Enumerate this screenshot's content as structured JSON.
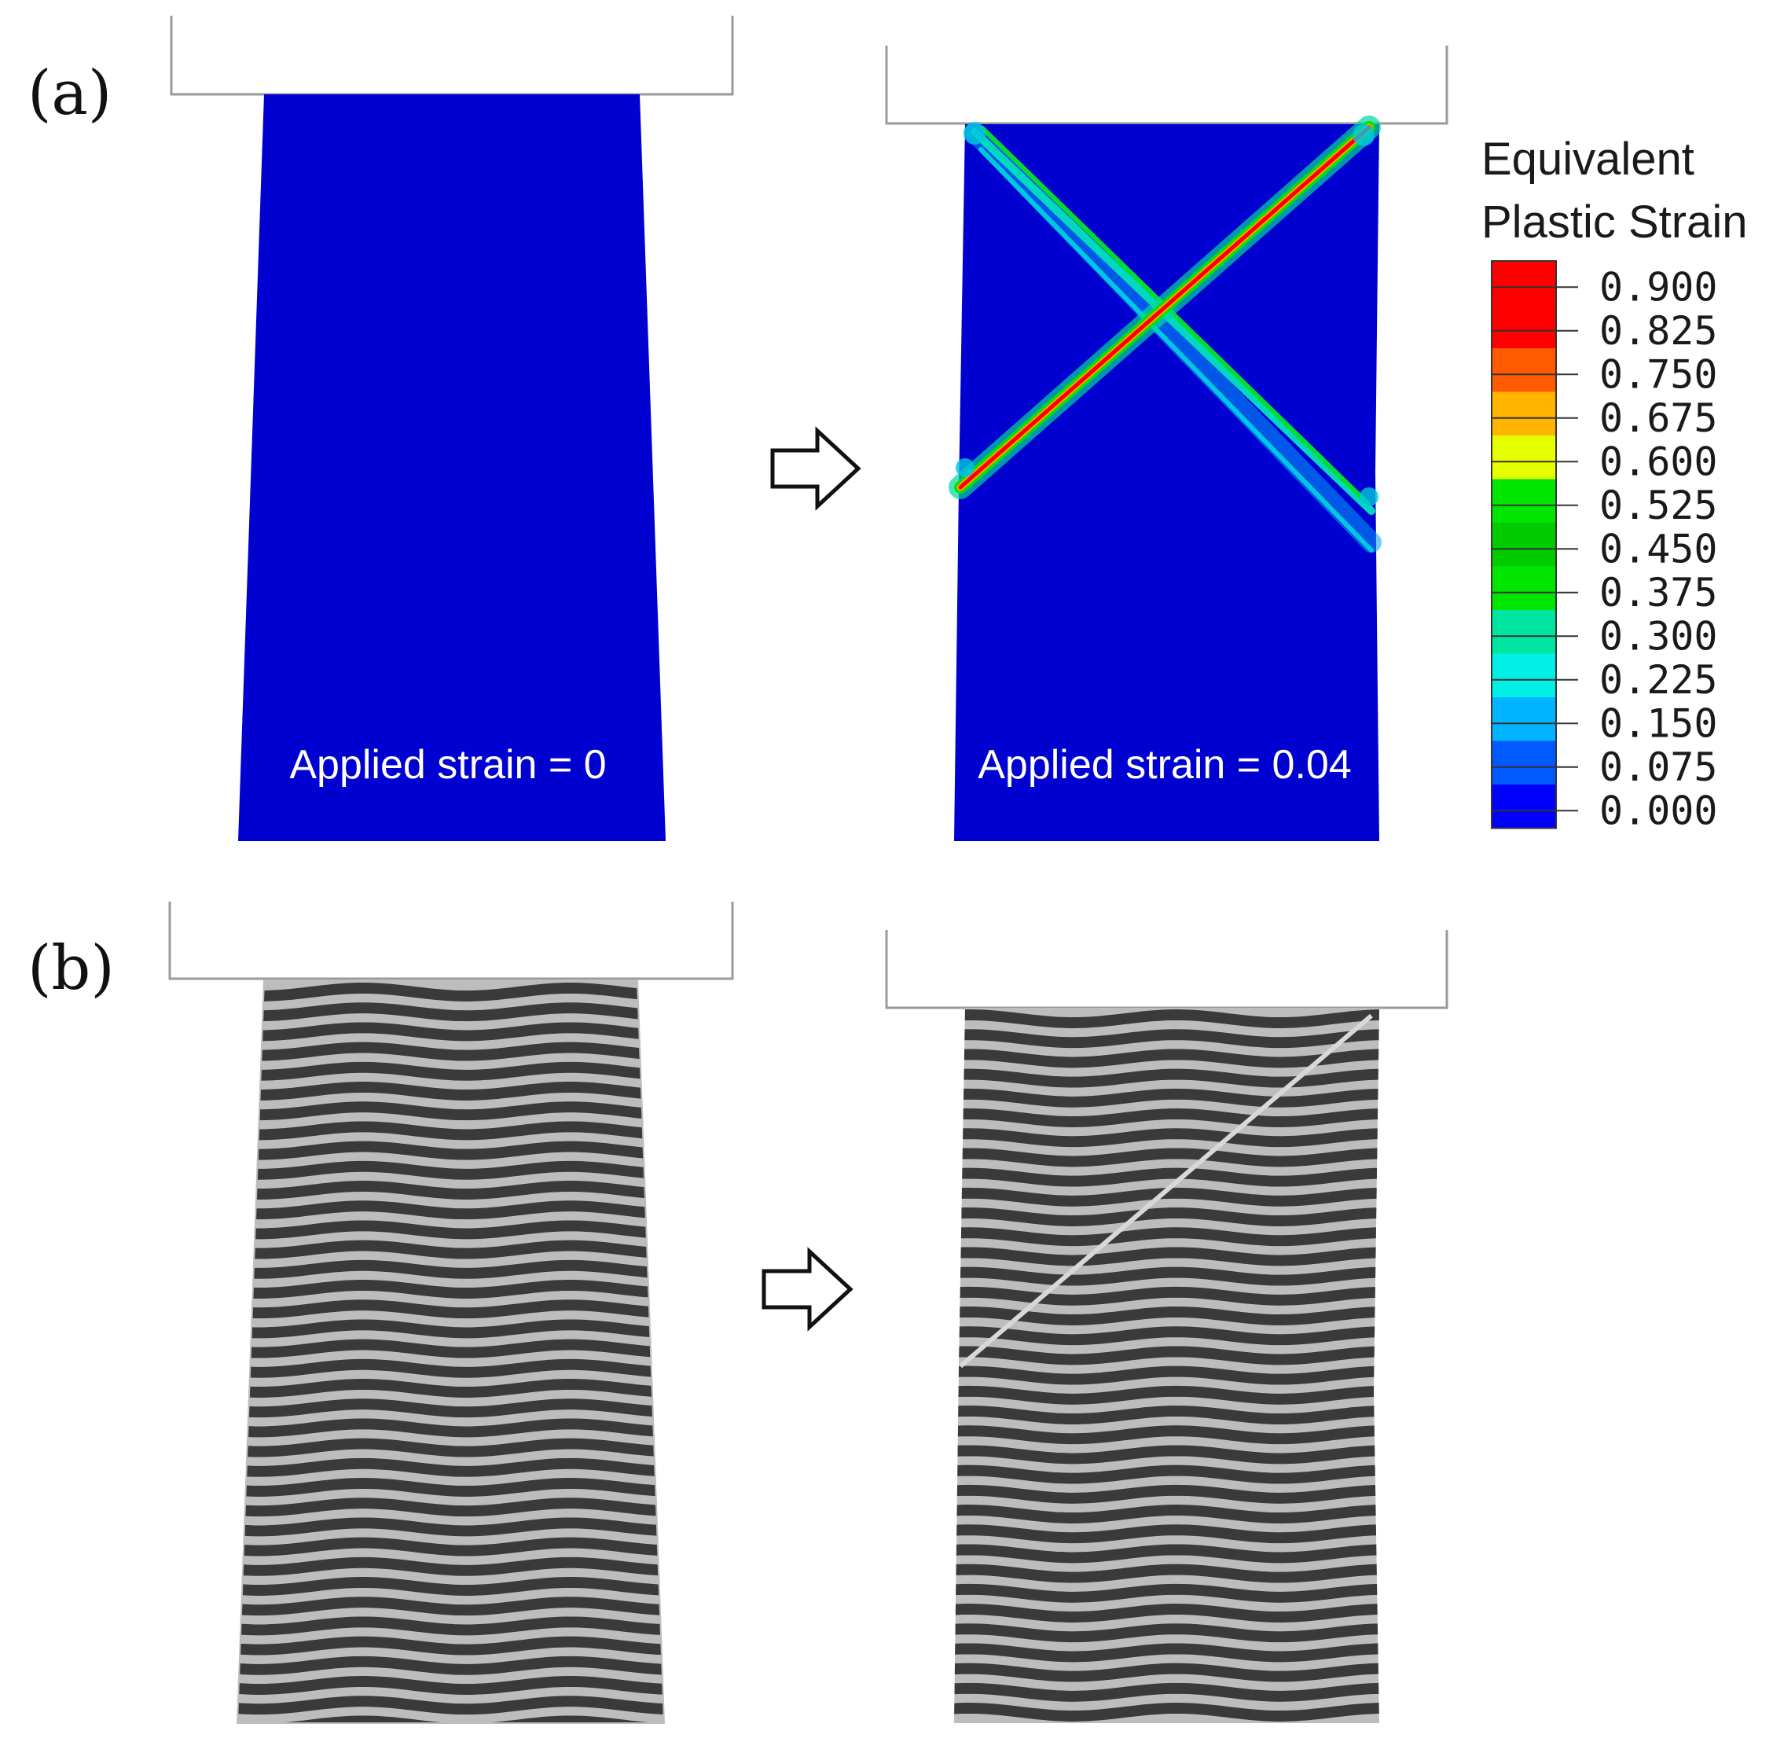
{
  "panels": {
    "a": {
      "label": "(a)",
      "left_caption": "Applied strain = 0",
      "right_caption": "Applied strain = 0.04"
    },
    "b": {
      "label": "(b)"
    }
  },
  "legend": {
    "title_line1": "Equivalent",
    "title_line2": "Plastic Strain",
    "levels": [
      "0.900",
      "0.825",
      "0.750",
      "0.675",
      "0.600",
      "0.525",
      "0.450",
      "0.375",
      "0.300",
      "0.225",
      "0.150",
      "0.075",
      "0.000"
    ],
    "colors": [
      "#ff0000",
      "#ff0000",
      "#ff5a00",
      "#ffb400",
      "#e6ff00",
      "#00e600",
      "#00cc00",
      "#00e600",
      "#00e6a0",
      "#00f0e6",
      "#00b4ff",
      "#005aff",
      "#0000ff"
    ]
  },
  "colors": {
    "specimen_blue": "#0000d0",
    "stripe_dark": "#3a3a3a",
    "stripe_light": "#bdbdbd",
    "fixture_outline": "#9a9a9a"
  },
  "icons": [
    "arrow-right-icon"
  ]
}
